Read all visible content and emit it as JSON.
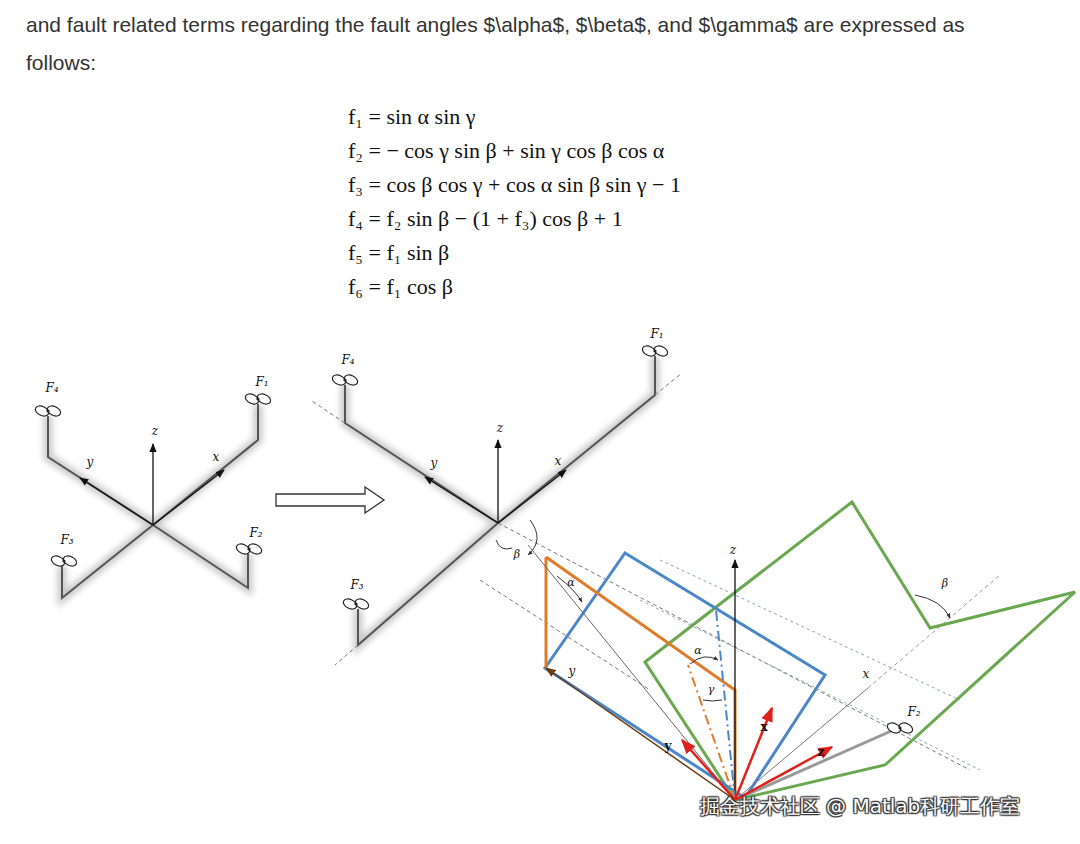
{
  "diagram": {
    "labels": [
      "and fault related terms regarding the fault angles $\\alpha$, $\\beta$, and $\\gamma$ are expressed as follows:",
      "f₁ = sin α sin γ",
      "f₂ = − cos γ sin β + sin γ cos β cos α",
      "f₃ = cos β cos γ + cos α sin β sin γ − 1",
      "f₄ = f₂ sin β − (1 + f₃) cos β + 1",
      "f₅ = f₁ sin β",
      "f₆ = f₁ cos β",
      "F₄",
      "F₁",
      "F₃",
      "F₂",
      "z",
      "y",
      "x",
      "F₄",
      "F₁",
      "F₃",
      "z",
      "y",
      "x",
      "β",
      "α",
      "y",
      "z",
      "α",
      "γ",
      "x",
      "β",
      "F₂",
      "y",
      "x",
      "z",
      "掘金技术社区 @ Matlab科研工作室"
    ]
  }
}
